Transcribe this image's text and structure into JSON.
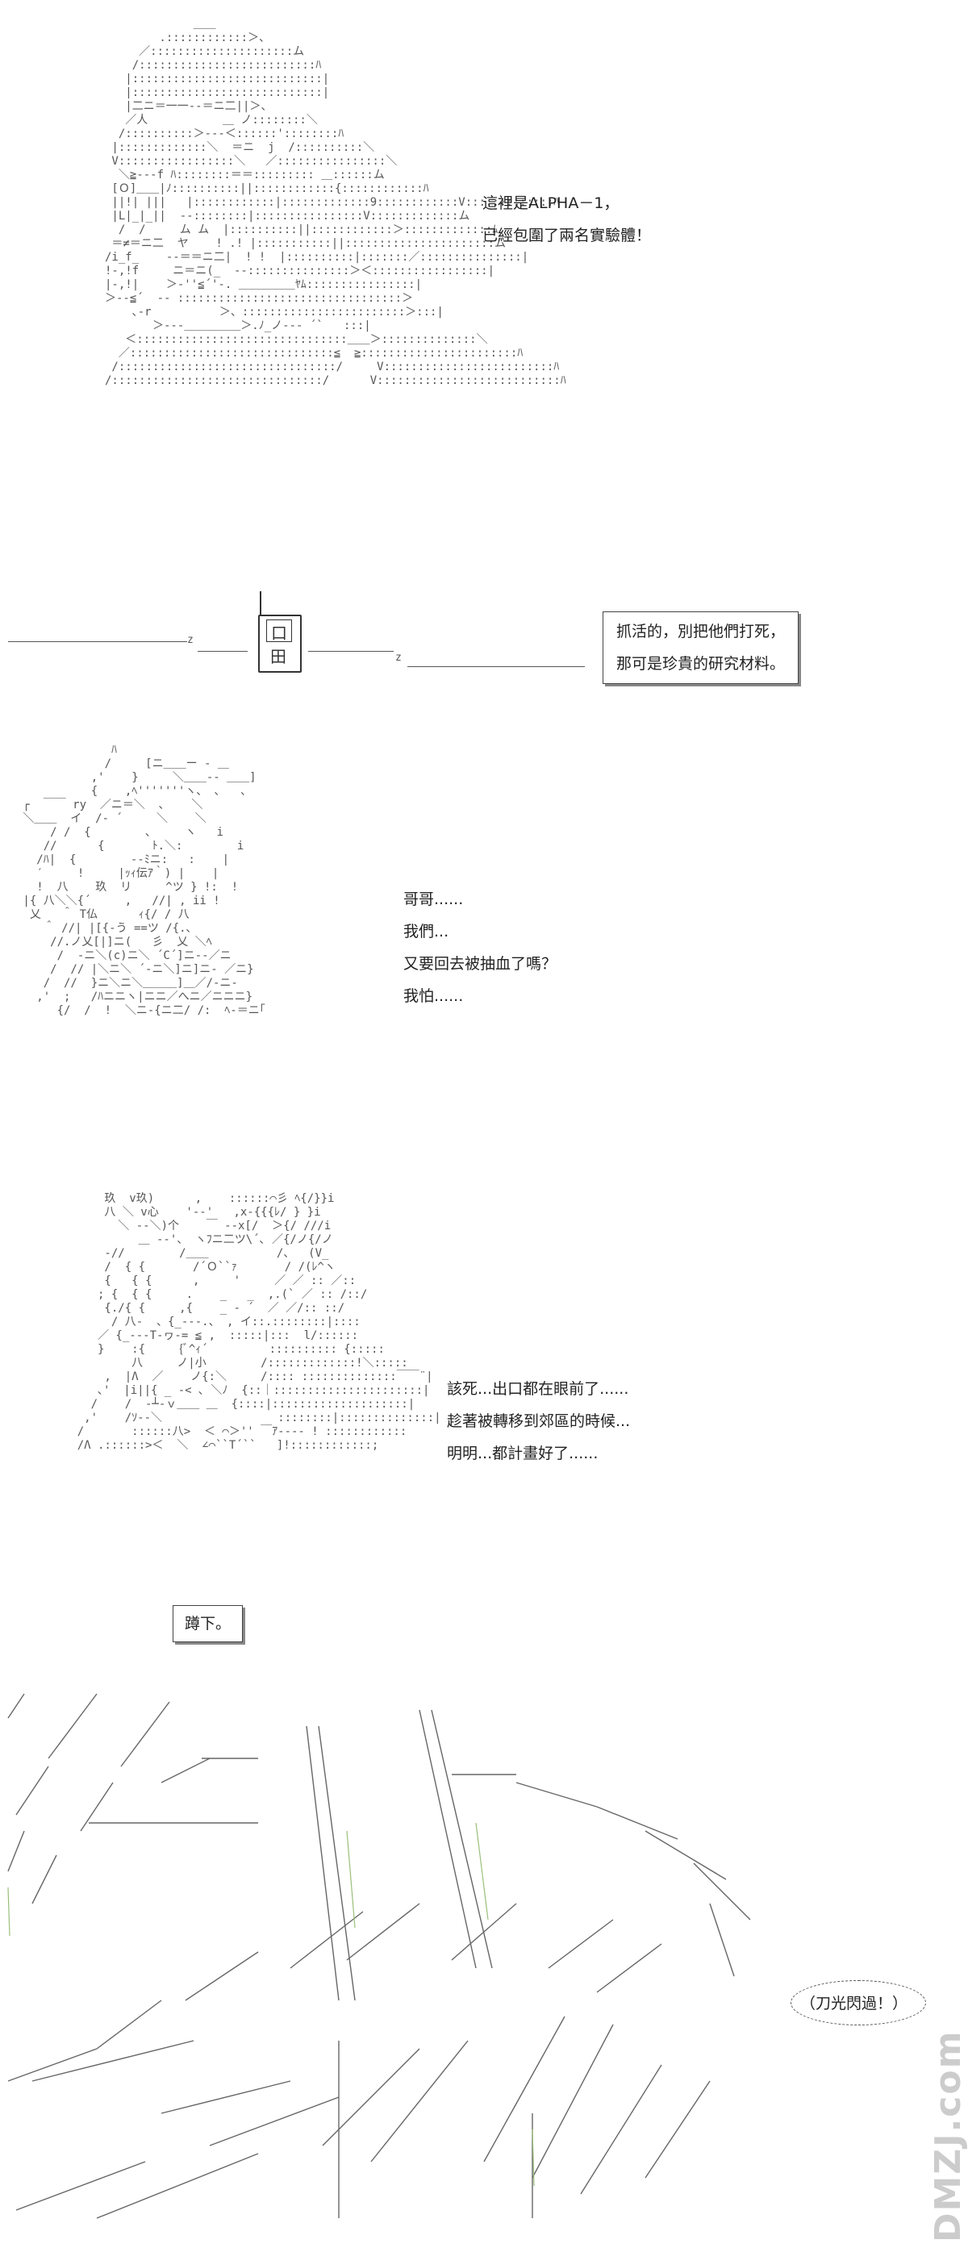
{
  "panel1": {
    "dialogue": [
      "這裡是ALPHA－1，",
      "已經包圍了兩名實驗體！"
    ]
  },
  "radio": {
    "message": [
      "抓活的，別把他們打死，",
      "那可是珍貴的研究材料。"
    ]
  },
  "panel2": {
    "dialogue": [
      "哥哥......",
      "我們...",
      "又要回去被抽血了嗎？",
      "我怕......"
    ]
  },
  "panel3": {
    "dialogue": [
      "該死...出口都在眼前了......",
      "趁著被轉移到郊區的時候...",
      "明明...都計畫好了......"
    ]
  },
  "panel4": {
    "caption": "蹲下。",
    "sfx": "（刀光閃過！）"
  },
  "watermark": {
    "text": "DMZJ.com"
  },
  "icons": {
    "radio": "radio-transceiver-icon",
    "burst": "burst-effect-icon"
  },
  "colors": {
    "ink": "#222222",
    "line_art": "#555555",
    "watermark": "#cccccc"
  }
}
